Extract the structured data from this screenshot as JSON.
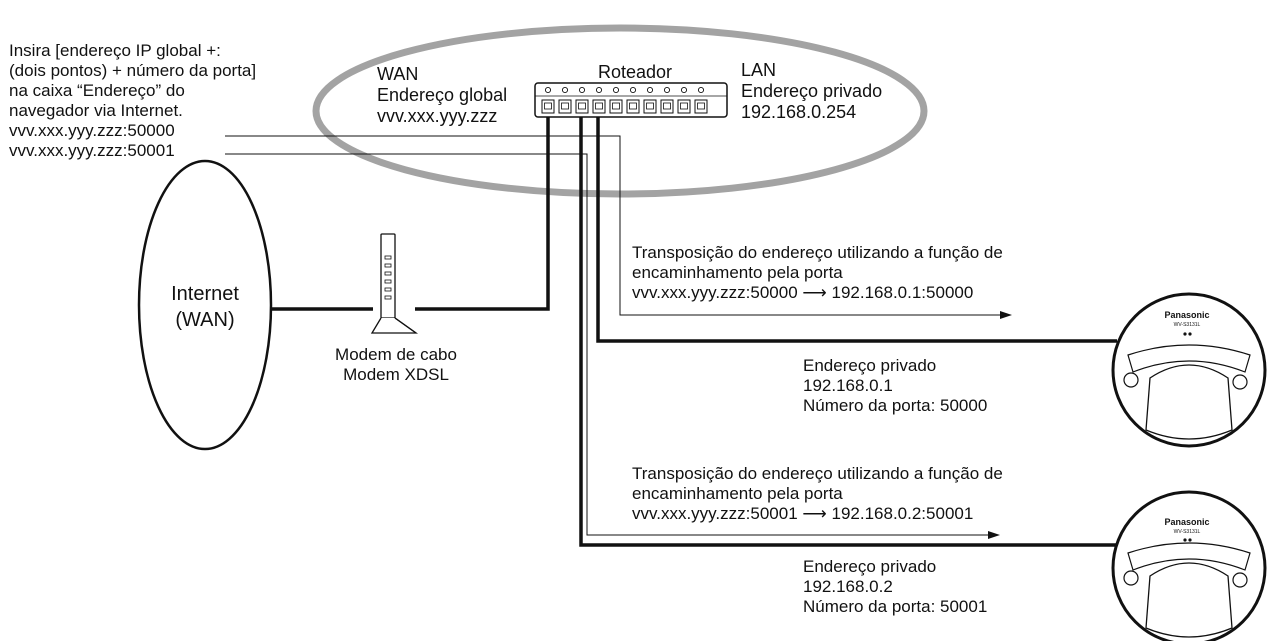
{
  "instruction": {
    "lines": [
      "Insira [endereço IP global +:",
      "(dois pontos) + número da porta]",
      "na caixa “Endereço” do",
      "navegador via Internet."
    ],
    "url_1": "vvv.xxx.yyy.zzz:50000",
    "url_2": "vvv.xxx.yyy.zzz:50001"
  },
  "router": {
    "title": "Roteador",
    "wan_label": "WAN",
    "wan_address_label": "Endereço global",
    "wan_address": "vvv.xxx.yyy.zzz",
    "lan_label": "LAN",
    "lan_address_label": "Endereço privado",
    "lan_address": "192.168.0.254"
  },
  "internet": {
    "line1": "Internet",
    "line2": "(WAN)"
  },
  "modem": {
    "line1": "Modem de cabo",
    "line2": "Modem XDSL"
  },
  "forwarding": [
    {
      "title_line1": "Transposição do endereço utilizando a função de",
      "title_line2": "encaminhamento pela porta",
      "source": "vvv.xxx.yyy.zzz:50000",
      "arrow": "⟶",
      "target": "192.168.0.1:50000"
    },
    {
      "title_line1": "Transposição do endereço utilizando a função de",
      "title_line2": "encaminhamento pela porta",
      "source": "vvv.xxx.yyy.zzz:50001",
      "arrow": "⟶",
      "target": "192.168.0.2:50001"
    }
  ],
  "cameras": [
    {
      "brand": "Panasonic",
      "model": "WV-S3131L",
      "address_label": "Endereço privado",
      "address": "192.168.0.1",
      "port_label": "Número da porta: 50000"
    },
    {
      "brand": "Panasonic",
      "model": "WV-S3131L",
      "address_label": "Endereço privado",
      "address": "192.168.0.2",
      "port_label": "Número da porta: 50001"
    }
  ],
  "colors": {
    "ellipse": "#a3a3a3",
    "line": "#111111"
  }
}
